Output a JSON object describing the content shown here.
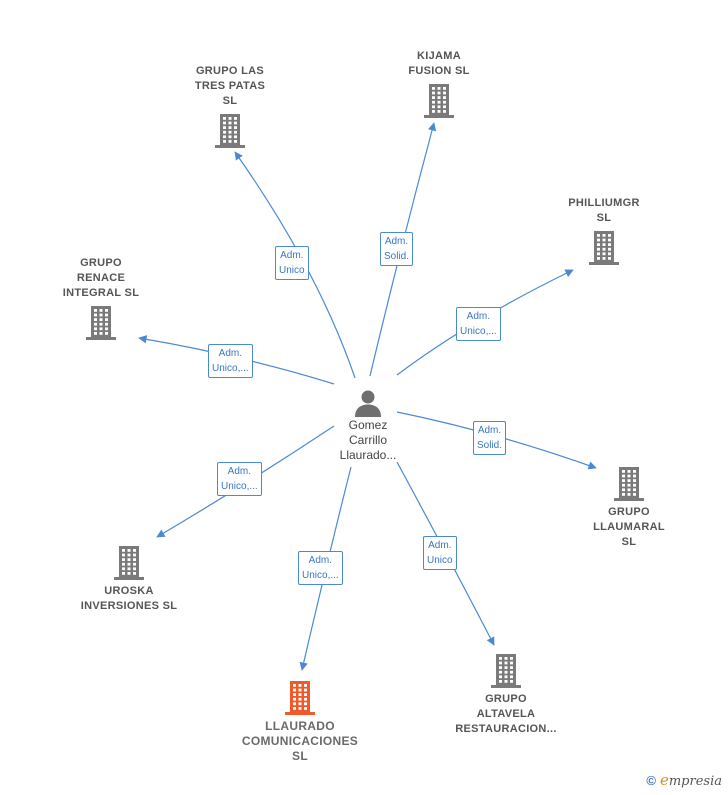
{
  "colors": {
    "edge": "#4a8ad4",
    "building": "#7a7a7a",
    "building_highlight": "#f05a2a",
    "person": "#6f6f6f"
  },
  "center": {
    "label": "Gomez\nCarrillo\nLlaurado...",
    "icon": "person-icon"
  },
  "nodes": [
    {
      "id": "grupo-las-tres-patas",
      "label": "GRUPO LAS\nTRES PATAS\nSL",
      "icon": "building-icon",
      "highlight": false
    },
    {
      "id": "kijama-fusion",
      "label": "KIJAMA\nFUSION  SL",
      "icon": "building-icon",
      "highlight": false
    },
    {
      "id": "philliumgr",
      "label": "PHILLIUMGR\nSL",
      "icon": "building-icon",
      "highlight": false
    },
    {
      "id": "grupo-renace-integral",
      "label": "GRUPO\nRENACE\nINTEGRAL  SL",
      "icon": "building-icon",
      "highlight": false
    },
    {
      "id": "grupo-llaumaral",
      "label": "GRUPO\nLLAUMARAL\nSL",
      "icon": "building-icon",
      "highlight": false
    },
    {
      "id": "uroska-inversiones",
      "label": "UROSKA\nINVERSIONES SL",
      "icon": "building-icon",
      "highlight": false
    },
    {
      "id": "grupo-altavela",
      "label": "GRUPO\nALTAVELA\nRESTAURACION...",
      "icon": "building-icon",
      "highlight": false
    },
    {
      "id": "llaurado-comunicaciones",
      "label": "LLAURADO\nCOMUNICACIONES\nSL",
      "icon": "building-icon",
      "highlight": true
    }
  ],
  "edges": [
    {
      "to": "grupo-las-tres-patas",
      "label": "Adm.\nUnico"
    },
    {
      "to": "kijama-fusion",
      "label": "Adm.\nSolid."
    },
    {
      "to": "philliumgr",
      "label": "Adm.\nUnico,..."
    },
    {
      "to": "grupo-renace-integral",
      "label": "Adm.\nUnico,..."
    },
    {
      "to": "grupo-llaumaral",
      "label": "Adm.\nSolid."
    },
    {
      "to": "uroska-inversiones",
      "label": "Adm.\nUnico,..."
    },
    {
      "to": "grupo-altavela",
      "label": "Adm.\nUnico"
    },
    {
      "to": "llaurado-comunicaciones",
      "label": "Adm.\nUnico,..."
    }
  ],
  "brand": {
    "copyright": "©",
    "e": "e",
    "rest": "mpresia"
  }
}
